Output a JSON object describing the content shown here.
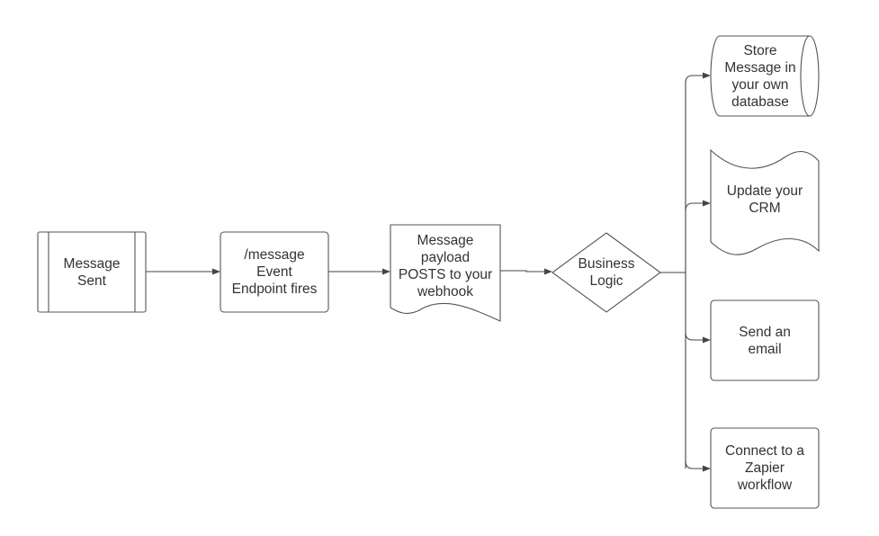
{
  "nodes": {
    "message_sent": {
      "label": "Message\nSent",
      "shape": "predefined-process"
    },
    "event_endpoint": {
      "label": "/message\nEvent\nEndpoint fires",
      "shape": "rounded-rectangle"
    },
    "payload_posts": {
      "label": "Message\npayload\nPOSTS to your\nwebhook",
      "shape": "document"
    },
    "business_logic": {
      "label": "Business\nLogic",
      "shape": "decision"
    },
    "store_message": {
      "label": "Store\nMessage in\nyour own\ndatabase",
      "shape": "database"
    },
    "update_crm": {
      "label": "Update your\nCRM",
      "shape": "tape"
    },
    "send_email": {
      "label": "Send an\nemail",
      "shape": "rounded-rectangle"
    },
    "zapier": {
      "label": "Connect to a\nZapier\nworkflow",
      "shape": "rounded-rectangle"
    }
  },
  "edges": [
    {
      "from": "message_sent",
      "to": "event_endpoint"
    },
    {
      "from": "event_endpoint",
      "to": "payload_posts"
    },
    {
      "from": "payload_posts",
      "to": "business_logic"
    },
    {
      "from": "business_logic",
      "to": "store_message"
    },
    {
      "from": "business_logic",
      "to": "update_crm"
    },
    {
      "from": "business_logic",
      "to": "send_email"
    },
    {
      "from": "business_logic",
      "to": "zapier"
    }
  ],
  "colors": {
    "stroke": "#555555",
    "text": "#333333",
    "background": "#ffffff"
  }
}
